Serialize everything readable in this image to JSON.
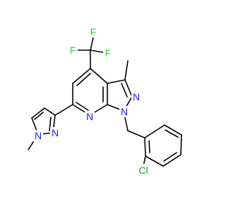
{
  "molecule": {
    "atom_labels": {
      "f1": "F",
      "f2": "F",
      "f3": "F",
      "n_pyrazole_top": "N",
      "n1": "N",
      "n_pyridine": "N",
      "n_left_a": "N",
      "n_left_b": "N",
      "cl": "Cl"
    }
  },
  "colors": {
    "carbon_bond": "#000000",
    "nitrogen": "#2020ff",
    "fluorine": "#33cc33",
    "chlorine": "#1fa01f"
  }
}
